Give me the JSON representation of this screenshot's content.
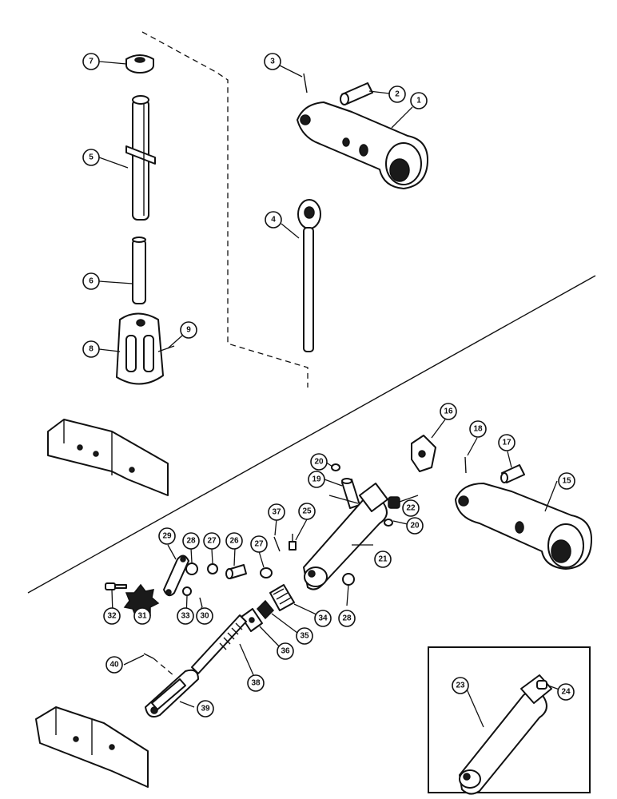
{
  "callouts": {
    "c1": "1",
    "c2": "2",
    "c3": "3",
    "c4": "4",
    "c5": "5",
    "c6": "6",
    "c7": "7",
    "c8": "8",
    "c9": "9",
    "c15": "15",
    "c16": "16",
    "c17": "17",
    "c18": "18",
    "c19": "19",
    "c20a": "20",
    "c20b": "20",
    "c21": "21",
    "c22": "22",
    "c23": "23",
    "c24": "24",
    "c25": "25",
    "c26": "26",
    "c27a": "27",
    "c27b": "27",
    "c28a": "28",
    "c28b": "28",
    "c29": "29",
    "c30": "30",
    "c31": "31",
    "c32": "32",
    "c33": "33",
    "c34": "34",
    "c35": "35",
    "c36": "36",
    "c37": "37",
    "c38": "38",
    "c39": "39",
    "c40": "40"
  }
}
